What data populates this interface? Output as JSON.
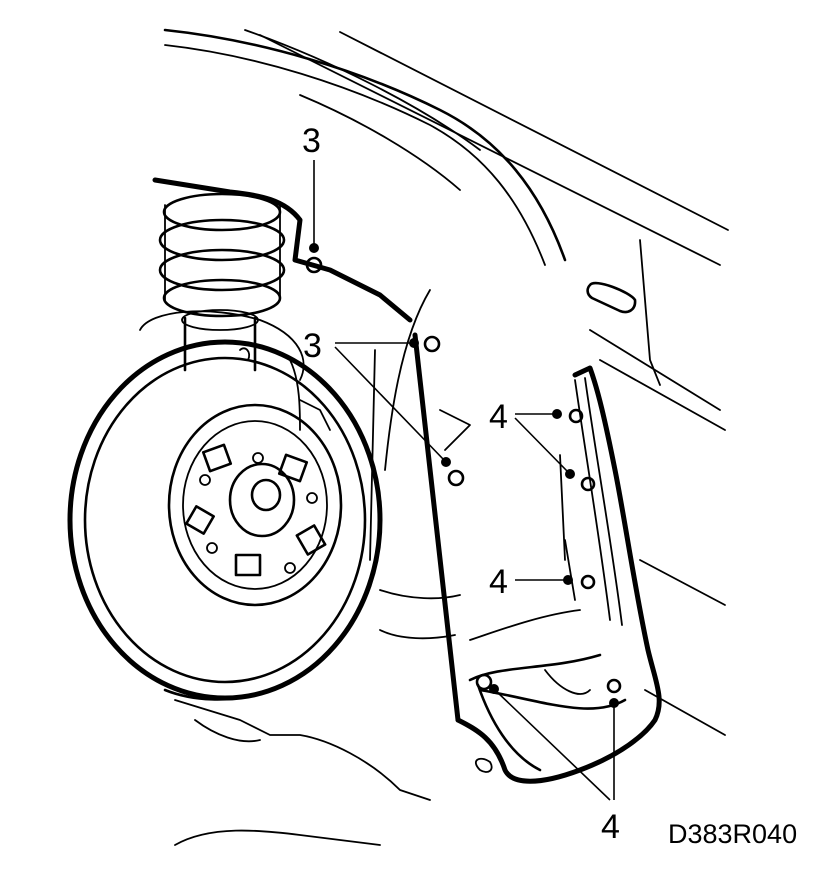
{
  "callouts": {
    "part_3": "3",
    "part_4": "4"
  },
  "figure_code": "D383R040",
  "icons": {
    "wheel": "wheel-hub-icon",
    "spring": "coil-spring-icon",
    "liner": "fender-liner-icon",
    "fastener": "clip-fastener-icon"
  }
}
